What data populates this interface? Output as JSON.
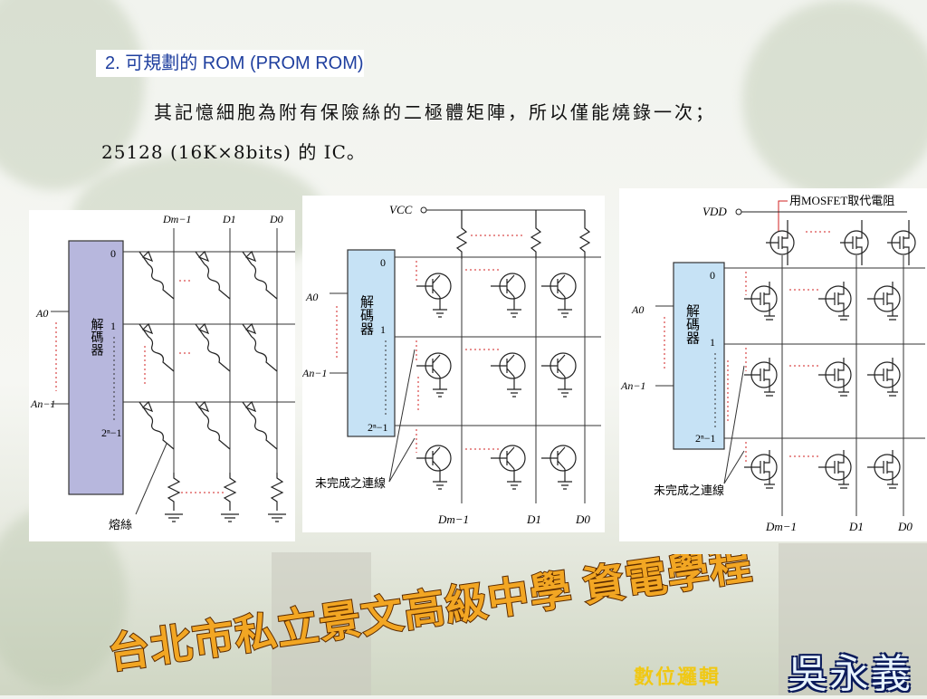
{
  "slide": {
    "title": "2. 可規劃的 ROM (PROM ROM)",
    "line1": "其記憶細胞為附有保險絲的二極體矩陣，所以僅能燒錄一次；",
    "line2": "25128 (16K×8bits) 的 IC。"
  },
  "diagram_left": {
    "decoder_label": "解碼器",
    "address_top": "A0",
    "address_bottom": "An−1",
    "row0": "0",
    "row1": "1",
    "rowN": "2ⁿ−1",
    "col_m": "Dm−1",
    "col_1": "D1",
    "col_0": "D0",
    "fuse_label": "熔絲"
  },
  "diagram_middle": {
    "supply": "VCC",
    "decoder_label": "解碼器",
    "address_top": "A0",
    "address_bottom": "An−1",
    "row0": "0",
    "row1": "1",
    "rowN": "2ⁿ−1",
    "unfinished_label": "未完成之連線",
    "col_m": "Dm−1",
    "col_1": "D1",
    "col_0": "D0"
  },
  "diagram_right": {
    "supply": "VDD",
    "mosfet_note": "用MOSFET取代電阻",
    "decoder_label": "解碼器",
    "address_top": "A0",
    "address_bottom": "An−1",
    "row0": "0",
    "row1": "1",
    "rowN": "2ⁿ−1",
    "unfinished_label": "未完成之連線",
    "col_m": "Dm−1",
    "col_1": "D1",
    "col_0": "D0"
  },
  "footer": {
    "school": "台北市私立景文高級中學 資電學程",
    "course": "數位邏輯",
    "author": "吳永義"
  },
  "colors": {
    "title": "#1f3f9f",
    "decoder_left": "#b7b7dd",
    "decoder_blue": "#c6e2f5",
    "dotted_red": "#d02020",
    "banner_fill": "#f2a623",
    "banner_outline": "#5a2a00",
    "course_text": "#f0c814"
  }
}
